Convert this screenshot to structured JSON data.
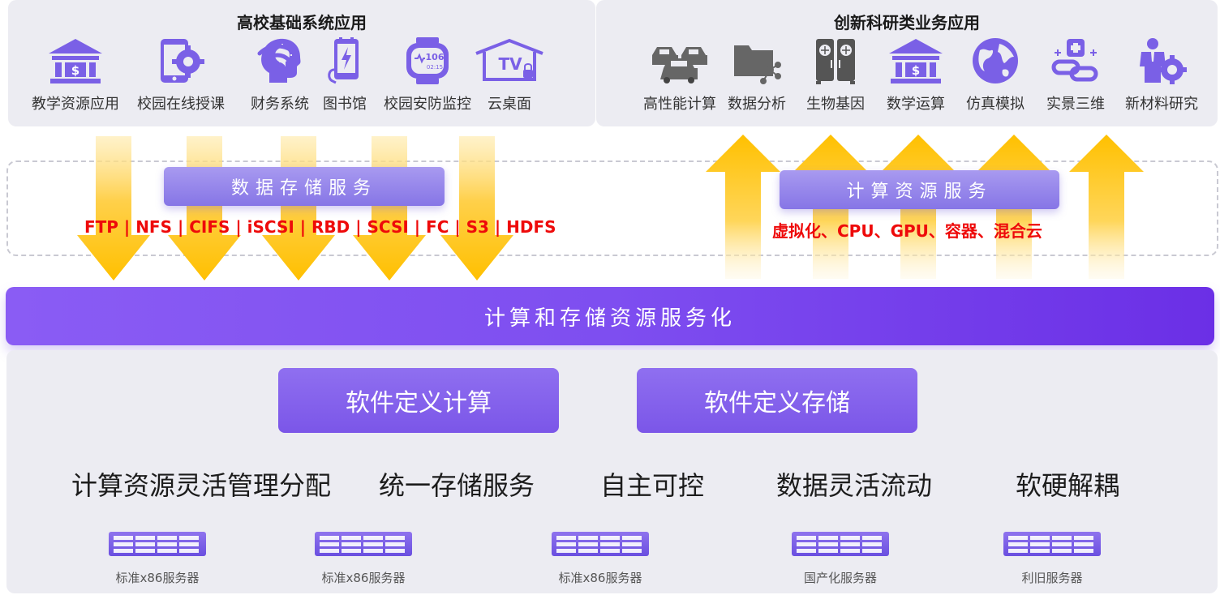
{
  "campus_panel": {
    "title": "高校基础系统应用",
    "items": [
      {
        "label": "教学资源应用",
        "icon": "bank-icon"
      },
      {
        "label": "校园在线授课",
        "icon": "tablet-gear-icon"
      },
      {
        "label": "财务系统",
        "icon": "head-bulb-icon"
      },
      {
        "label": "图书馆",
        "icon": "wifi-icon"
      },
      {
        "label": "校园安防监控",
        "icon": "phone-charging-icon"
      },
      {
        "label": "云桌面",
        "icon": "smartwatch-icon"
      }
    ],
    "watch_text": {
      "value": "106",
      "time": "02:15"
    },
    "tv_text": "TV"
  },
  "research_panel": {
    "title": "创新科研类业务应用",
    "items": [
      {
        "label": "高性能计算",
        "icon": "cars-icon"
      },
      {
        "label": "数据分析",
        "icon": "folder-network-icon"
      },
      {
        "label": "生物基因",
        "icon": "fridge-icon"
      },
      {
        "label": "数学运算",
        "icon": "bank-icon"
      },
      {
        "label": "仿真模拟",
        "icon": "globe-icon"
      },
      {
        "label": "实景三维",
        "icon": "chain-plus-icon"
      },
      {
        "label": "新材料研究",
        "icon": "person-gear-icon"
      }
    ]
  },
  "storage_service": {
    "title": "数据存储服务",
    "protocols": "FTP | NFS | CIFS | iSCSI | RBD | SCSI | FC | S3 | HDFS"
  },
  "compute_service": {
    "title": "计算资源服务",
    "features": "虚拟化、CPU、GPU、容器、混合云"
  },
  "main_bar": "计算和存储资源服务化",
  "software_defined": [
    "软件定义计算",
    "软件定义存储"
  ],
  "features": [
    "计算资源灵活管理分配",
    "统一存储服务",
    "自主可控",
    "数据灵活流动",
    "软硬解耦"
  ],
  "servers": [
    "标准x86服务器",
    "标准x86服务器",
    "标准x86服务器",
    "国产化服务器",
    "利旧服务器"
  ],
  "colors": {
    "icon_purple": "#7a60e6",
    "arrow_yellow": "#ffc000",
    "protocol_red": "#ee0a0a",
    "main_bar_purple": "#7e4ef0",
    "panel_gray": "#ececf2"
  }
}
